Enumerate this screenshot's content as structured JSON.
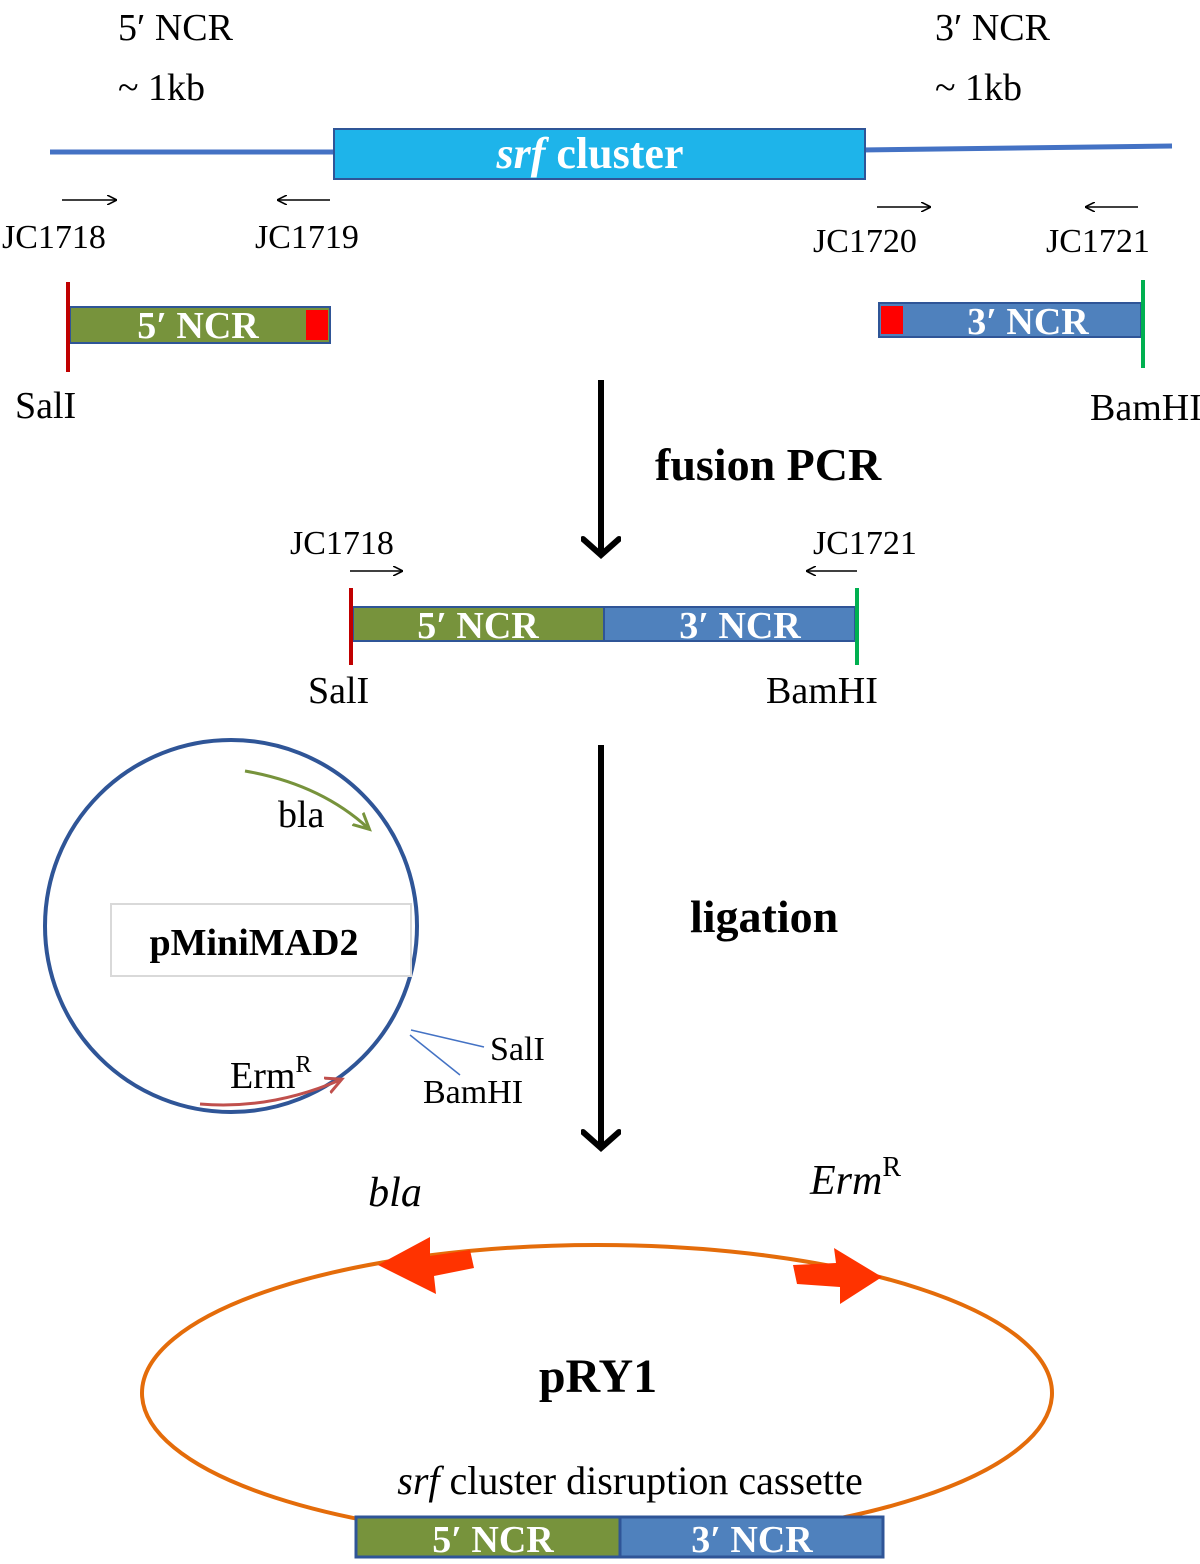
{
  "top": {
    "ncr5": {
      "line1": "5′ NCR",
      "line2": "~ 1kb"
    },
    "ncr3": {
      "line1": "3′ NCR",
      "line2": "~ 1kb"
    },
    "cluster": {
      "italic": "srf",
      "rest": " cluster"
    },
    "primers": {
      "p1": "JC1718",
      "p2": "JC1719",
      "p3": "JC1720",
      "p4": "JC1721"
    }
  },
  "fragments": {
    "left_label": "5′ NCR",
    "right_label": "3′ NCR",
    "left_site": "SalI",
    "right_site": "BamHI"
  },
  "steps": {
    "fusion": "fusion PCR",
    "ligation": "ligation"
  },
  "fused": {
    "primer_left": "JC1718",
    "primer_right": "JC1721",
    "label5": "5′ NCR",
    "label3": "3′ NCR",
    "site_left": "SalI",
    "site_right": "BamHI"
  },
  "plasmid1": {
    "name": "pMiniMAD2",
    "gene1": "bla",
    "gene2_base": "Erm",
    "gene2_sup": "R",
    "site1": "SalI",
    "site2": "BamHI"
  },
  "plasmid2": {
    "name": "pRY1",
    "gene1": "bla",
    "gene2_base": "Erm",
    "gene2_sup": "R",
    "cassette_italic": "srf",
    "cassette_rest": " cluster  disruption  cassette",
    "label5": "5′ NCR",
    "label3": "3′ NCR"
  },
  "colors": {
    "dna_line": "#4472c4",
    "cluster_box": "#1eb4ea",
    "ncr5_box": "#77933c",
    "ncr3_box": "#4f81bd",
    "salI_mark": "#c00000",
    "bamHI_mark": "#00b050",
    "overlap": "#ff0000",
    "plasmid1_circle": "#2f5597",
    "bla_arrow1": "#77933c",
    "erm_arrow1": "#c0504d",
    "plasmid2_ellipse": "#e46c0a",
    "plasmid2_arrows": "#ff3300"
  }
}
